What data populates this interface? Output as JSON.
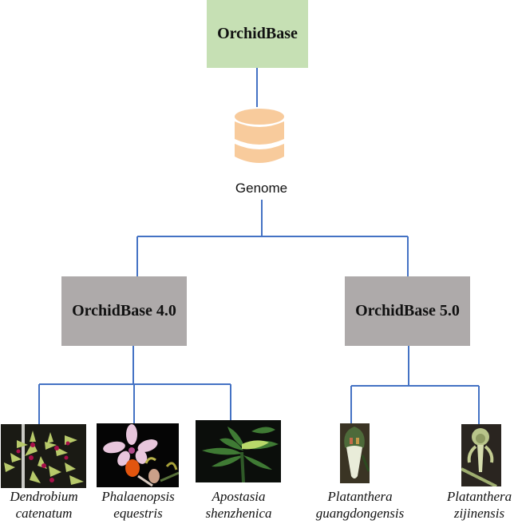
{
  "root": {
    "label": "OrchidBase"
  },
  "database": {
    "icon": "database-icon",
    "label": "Genome",
    "color": "#f8cb9c"
  },
  "versions": [
    {
      "label": "OrchidBase 4.0",
      "species": [
        {
          "genus": "Dendrobium",
          "epithet": "catenatum",
          "image": "dendrobium-catenatum-photo"
        },
        {
          "genus": "Phalaenopsis",
          "epithet": "equestris",
          "image": "phalaenopsis-equestris-photo"
        },
        {
          "genus": "Apostasia",
          "epithet": "shenzhenica",
          "image": "apostasia-shenzhenica-photo"
        }
      ]
    },
    {
      "label": "OrchidBase 5.0",
      "species": [
        {
          "genus": "Platanthera",
          "epithet": "guangdongensis",
          "image": "platanthera-guangdongensis-photo"
        },
        {
          "genus": "Platanthera",
          "epithet": "zijinensis",
          "image": "platanthera-zijinensis-photo"
        }
      ]
    }
  ],
  "colors": {
    "root_fill": "#c6e0b4",
    "version_fill": "#aeaaaa",
    "connector": "#4472c4"
  }
}
